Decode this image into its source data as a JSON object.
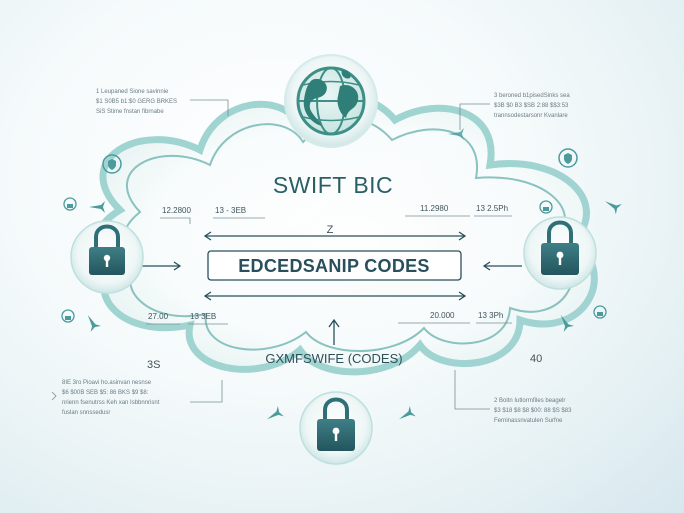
{
  "diagram": {
    "title": "SWIFT BIC",
    "center_box_label": "EDCEDSANIP CODES",
    "bottom_label": "GXMFSWIFE (CODES)",
    "top_arrow_label": "Z",
    "side_label_left": "3S",
    "side_label_right": "40",
    "left_top_value": "12.2800",
    "left_top_value_b": "13 - 3EB",
    "right_top_value": "11.2980",
    "right_top_value_b": "13 2.5Ph",
    "left_bottom_value": "27.00",
    "left_bottom_value_b": "13 3EB",
    "right_bottom_value": "20.000",
    "right_bottom_value_b": "13 3Ph",
    "note_top_left": {
      "line1": "1 Leupaned Sione savinnie",
      "line2": "$1 S0B5 b1:$0 GERG BRKES",
      "line3": "SiS Stime fnstan fibrnabe"
    },
    "note_top_right": {
      "line1": "3 beroned b1pisedSinks sea",
      "line2": "$3B $0 B3 $SB 2:88 $$3:53",
      "line3": "trannsodestarsonr Kvanlare"
    },
    "note_bottom_left": {
      "line1": "8IE 3ro Pioavi ho.asinvan nesnse",
      "line2": "$6 $00B SEB $5: 86 BKS $9 $8:",
      "line3": "nrienn fsenutrss Keh xan Isbbnnrisnt",
      "line4": "fuslan snnssedusr"
    },
    "note_bottom_right": {
      "line1": "2 Boitn Iutlorrnfiles beagelr",
      "line2": "$3 $18 $8 $8 $00: 88 $S $83",
      "line3": "Ferninassnvatulen Surfne"
    }
  },
  "colors": {
    "teal_dark": "#2f6f78",
    "teal_mid": "#4c9b9c",
    "teal_light": "#9cd2cf",
    "navy": "#2a4f5c",
    "globe_green": "#3e8f86"
  },
  "icons": [
    "globe-icon",
    "padlock-icon",
    "shield-icon",
    "plane-icon"
  ]
}
